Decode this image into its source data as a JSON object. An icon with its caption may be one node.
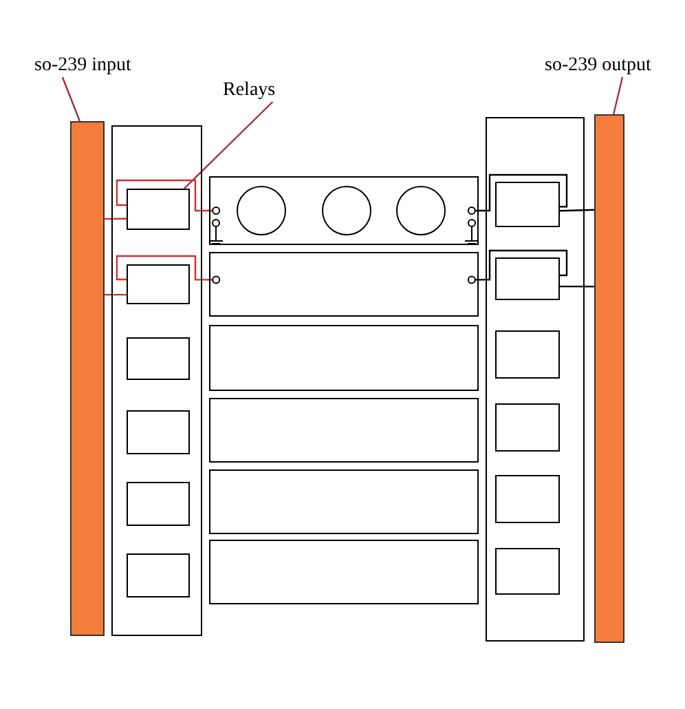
{
  "diagram": {
    "nodes": [
      {
        "text": [
          "so-239 input"
        ]
      },
      {
        "text": [],
        "shape": "bar"
      },
      {
        "text": [
          "Relays"
        ]
      },
      {
        "text": [],
        "shape": "box"
      },
      {
        "text": [],
        "shape": "box",
        "in": 3
      },
      {
        "text": [],
        "shape": "box",
        "in": 3
      },
      {
        "text": [],
        "shape": "box",
        "in": 3
      },
      {
        "text": [],
        "shape": "box",
        "in": 3
      },
      {
        "text": [],
        "shape": "box",
        "in": 3
      },
      {
        "text": [],
        "shape": "box",
        "in": 3
      },
      {
        "text": [],
        "shape": "box"
      },
      {
        "text": [],
        "shape": "box"
      },
      {
        "text": [],
        "shape": "box"
      },
      {
        "text": [],
        "shape": "box"
      },
      {
        "text": [],
        "shape": "box"
      },
      {
        "text": [],
        "shape": "box"
      },
      {
        "text": [],
        "shape": "circle",
        "in": 10
      },
      {
        "text": [],
        "shape": "circle",
        "in": 10
      },
      {
        "text": [],
        "shape": "circle",
        "in": 10
      },
      {
        "text": [],
        "shape": "box"
      },
      {
        "text": [],
        "shape": "box",
        "in": 19
      },
      {
        "text": [],
        "shape": "box",
        "in": 19
      },
      {
        "text": [],
        "shape": "box",
        "in": 19
      },
      {
        "text": [],
        "shape": "box",
        "in": 19
      },
      {
        "text": [],
        "shape": "box",
        "in": 19
      },
      {
        "text": [],
        "shape": "box",
        "in": 19
      },
      {
        "text": [
          "so-239 output"
        ]
      },
      {
        "text": [],
        "shape": "bar"
      }
    ],
    "edges": [
      {
        "from": 0,
        "to": 1,
        "arrow": "none",
        "color": "#a0303a"
      },
      {
        "from": 2,
        "to": 4,
        "arrow": "none",
        "color": "#a0303a"
      },
      {
        "from": 1,
        "to": 4,
        "arrow": "other",
        "color": "#d03030"
      },
      {
        "from": 1,
        "to": 5,
        "arrow": "other",
        "color": "#d03030"
      },
      {
        "from": 4,
        "to": 10,
        "arrow": "other",
        "color": "#d03030"
      },
      {
        "from": 5,
        "to": 11,
        "arrow": "other",
        "color": "#d03030"
      },
      {
        "from": 10,
        "to": 20,
        "arrow": "other",
        "color": "#000000"
      },
      {
        "from": 11,
        "to": 21,
        "arrow": "other",
        "color": "#000000"
      },
      {
        "from": 20,
        "to": 27,
        "arrow": "other",
        "color": "#000000"
      },
      {
        "from": 21,
        "to": 27,
        "arrow": "other",
        "color": "#000000"
      },
      {
        "from": 26,
        "to": 27,
        "arrow": "none",
        "color": "#a0303a"
      }
    ]
  }
}
